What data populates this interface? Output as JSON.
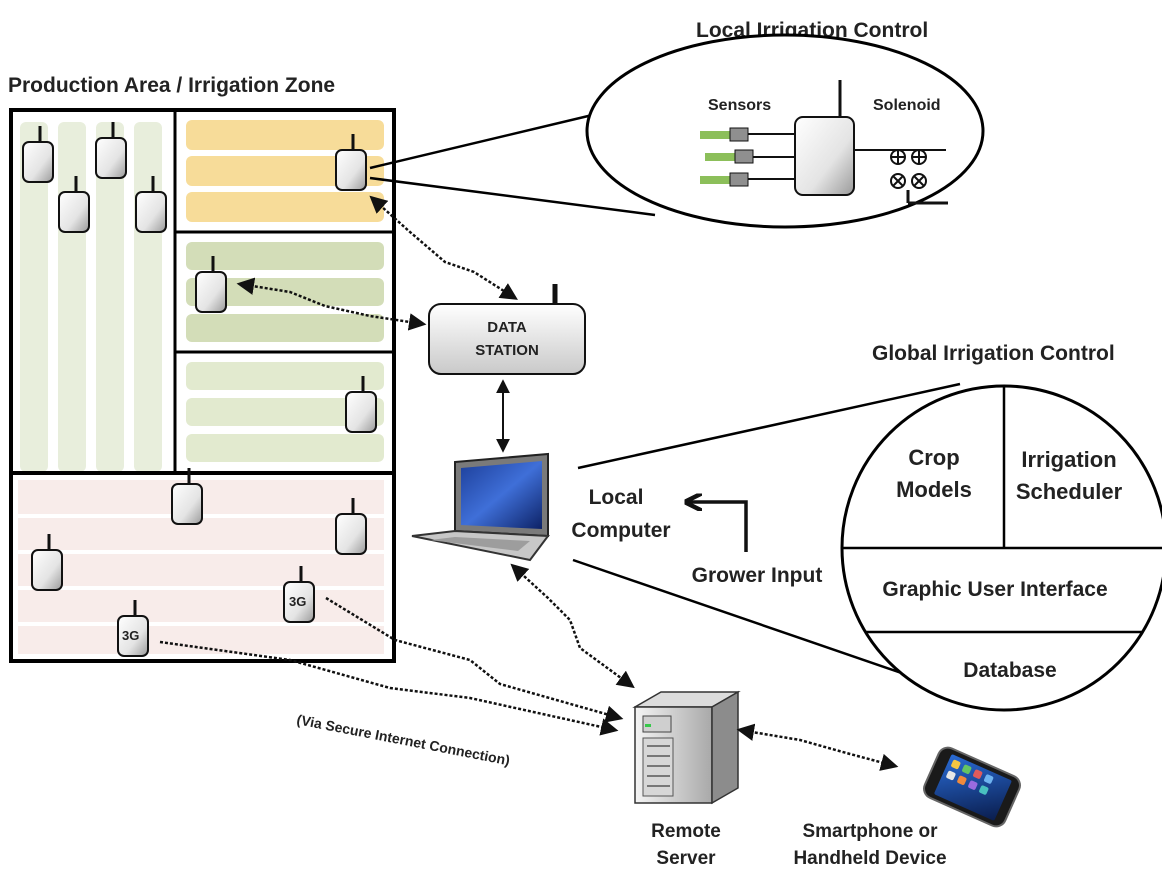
{
  "production": {
    "title": "Production Area / Irrigation Zone"
  },
  "local_control": {
    "title": "Local Irrigation Control",
    "sensors": "Sensors",
    "solenoid": "Solenoid"
  },
  "data_station": {
    "line1": "DATA",
    "line2": "STATION"
  },
  "global_control": {
    "title": "Global Irrigation Control",
    "crop_line1": "Crop",
    "crop_line2": "Models",
    "sched_line1": "Irrigation",
    "sched_line2": "Scheduler",
    "gui": "Graphic User Interface",
    "database": "Database"
  },
  "computer": {
    "line1": "Local",
    "line2": "Computer"
  },
  "grower": {
    "label": "Grower Input"
  },
  "node_3g": {
    "label": "3G"
  },
  "secure": {
    "label": "(Via Secure Internet Connection)"
  },
  "server": {
    "line1": "Remote",
    "line2": "Server"
  },
  "phone": {
    "line1": "Smartphone or",
    "line2": "Handheld Device"
  },
  "colors": {
    "zone_yellow": "#f7dc99",
    "zone_green": "#d5e0bb",
    "zone_green_light": "#e7eed9",
    "zone_pink": "#f7e8e6",
    "outline": "#000000"
  }
}
